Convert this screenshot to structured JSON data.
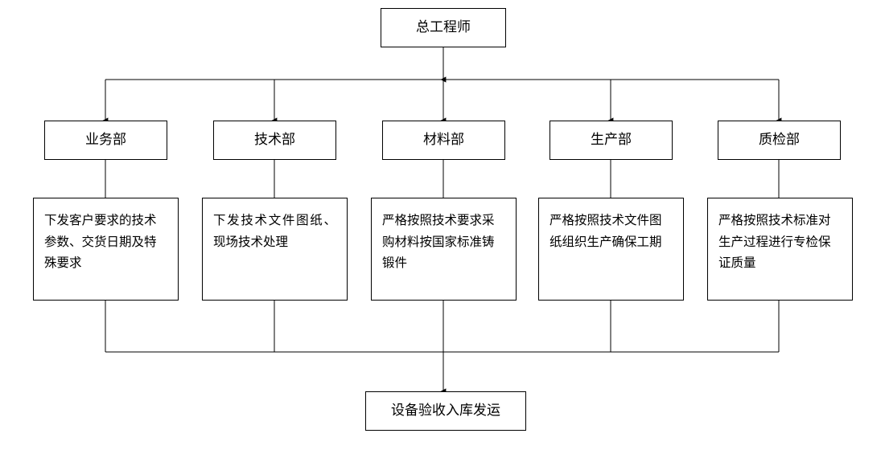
{
  "diagram": {
    "type": "organizational-flowchart",
    "title_node": {
      "id": "chief-engineer",
      "label": "总工程师"
    },
    "departments": [
      {
        "id": "business",
        "label": "业务部",
        "description": "下发客户要求的技术参数、交货日期及特殊要求"
      },
      {
        "id": "technical",
        "label": "技术部",
        "description": "下发技术文件图纸、现场技术处理"
      },
      {
        "id": "material",
        "label": "材料部",
        "description": "严格按照技术要求采购材料按国家标准铸锻件"
      },
      {
        "id": "production",
        "label": "生产部",
        "description": "严格按照技术文件图纸组织生产确保工期"
      },
      {
        "id": "quality",
        "label": "质检部",
        "description": "严格按照技术标准对生产过程进行专检保证质量"
      }
    ],
    "terminal_node": {
      "id": "acceptance",
      "label": "设备验收入库发运"
    },
    "style": {
      "line_color": "#000000",
      "box_border": "#000000",
      "background": "#ffffff",
      "text_color": "#000000"
    }
  }
}
